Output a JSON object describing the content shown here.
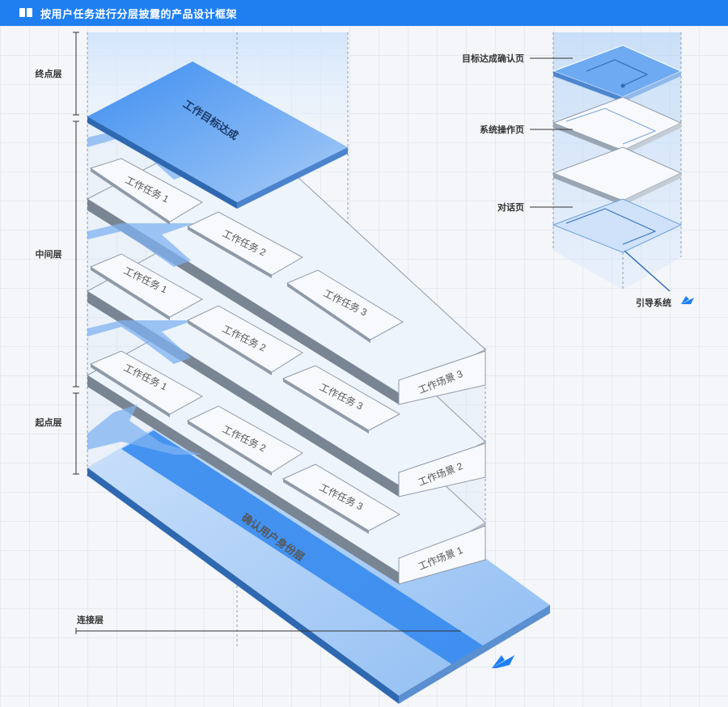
{
  "header": {
    "title": "按用户任务进行分层披露的产品设计框架",
    "icon": "book-icon"
  },
  "layers": {
    "end": "终点层",
    "middle": "中间层",
    "start": "起点层",
    "connection": "连接层"
  },
  "goal_plate": "工作目标达成",
  "scenes": [
    {
      "label": "工作场景 1",
      "tasks": [
        "工作任务 1",
        "工作任务 2",
        "工作任务 3"
      ]
    },
    {
      "label": "工作场景 2",
      "tasks": [
        "工作任务 1",
        "工作任务 2",
        "工作任务 3"
      ]
    },
    {
      "label": "工作场景 3",
      "tasks": [
        "工作任务 1",
        "工作任务 2",
        "工作任务 3"
      ]
    }
  ],
  "base_plate": "确认用户身份层",
  "mini_stack": {
    "pages": [
      "目标达成确认页",
      "系统操作页",
      "对话页"
    ],
    "guide": "引导系统"
  },
  "colors": {
    "accent": "#1f7ff1",
    "blue_light": "#bcd8f8",
    "blue_top": "#5ea3ef",
    "blue_side": "#3a78c2",
    "plate_white": "#f3f7fc",
    "edge_gray": "#8f9aa8"
  }
}
